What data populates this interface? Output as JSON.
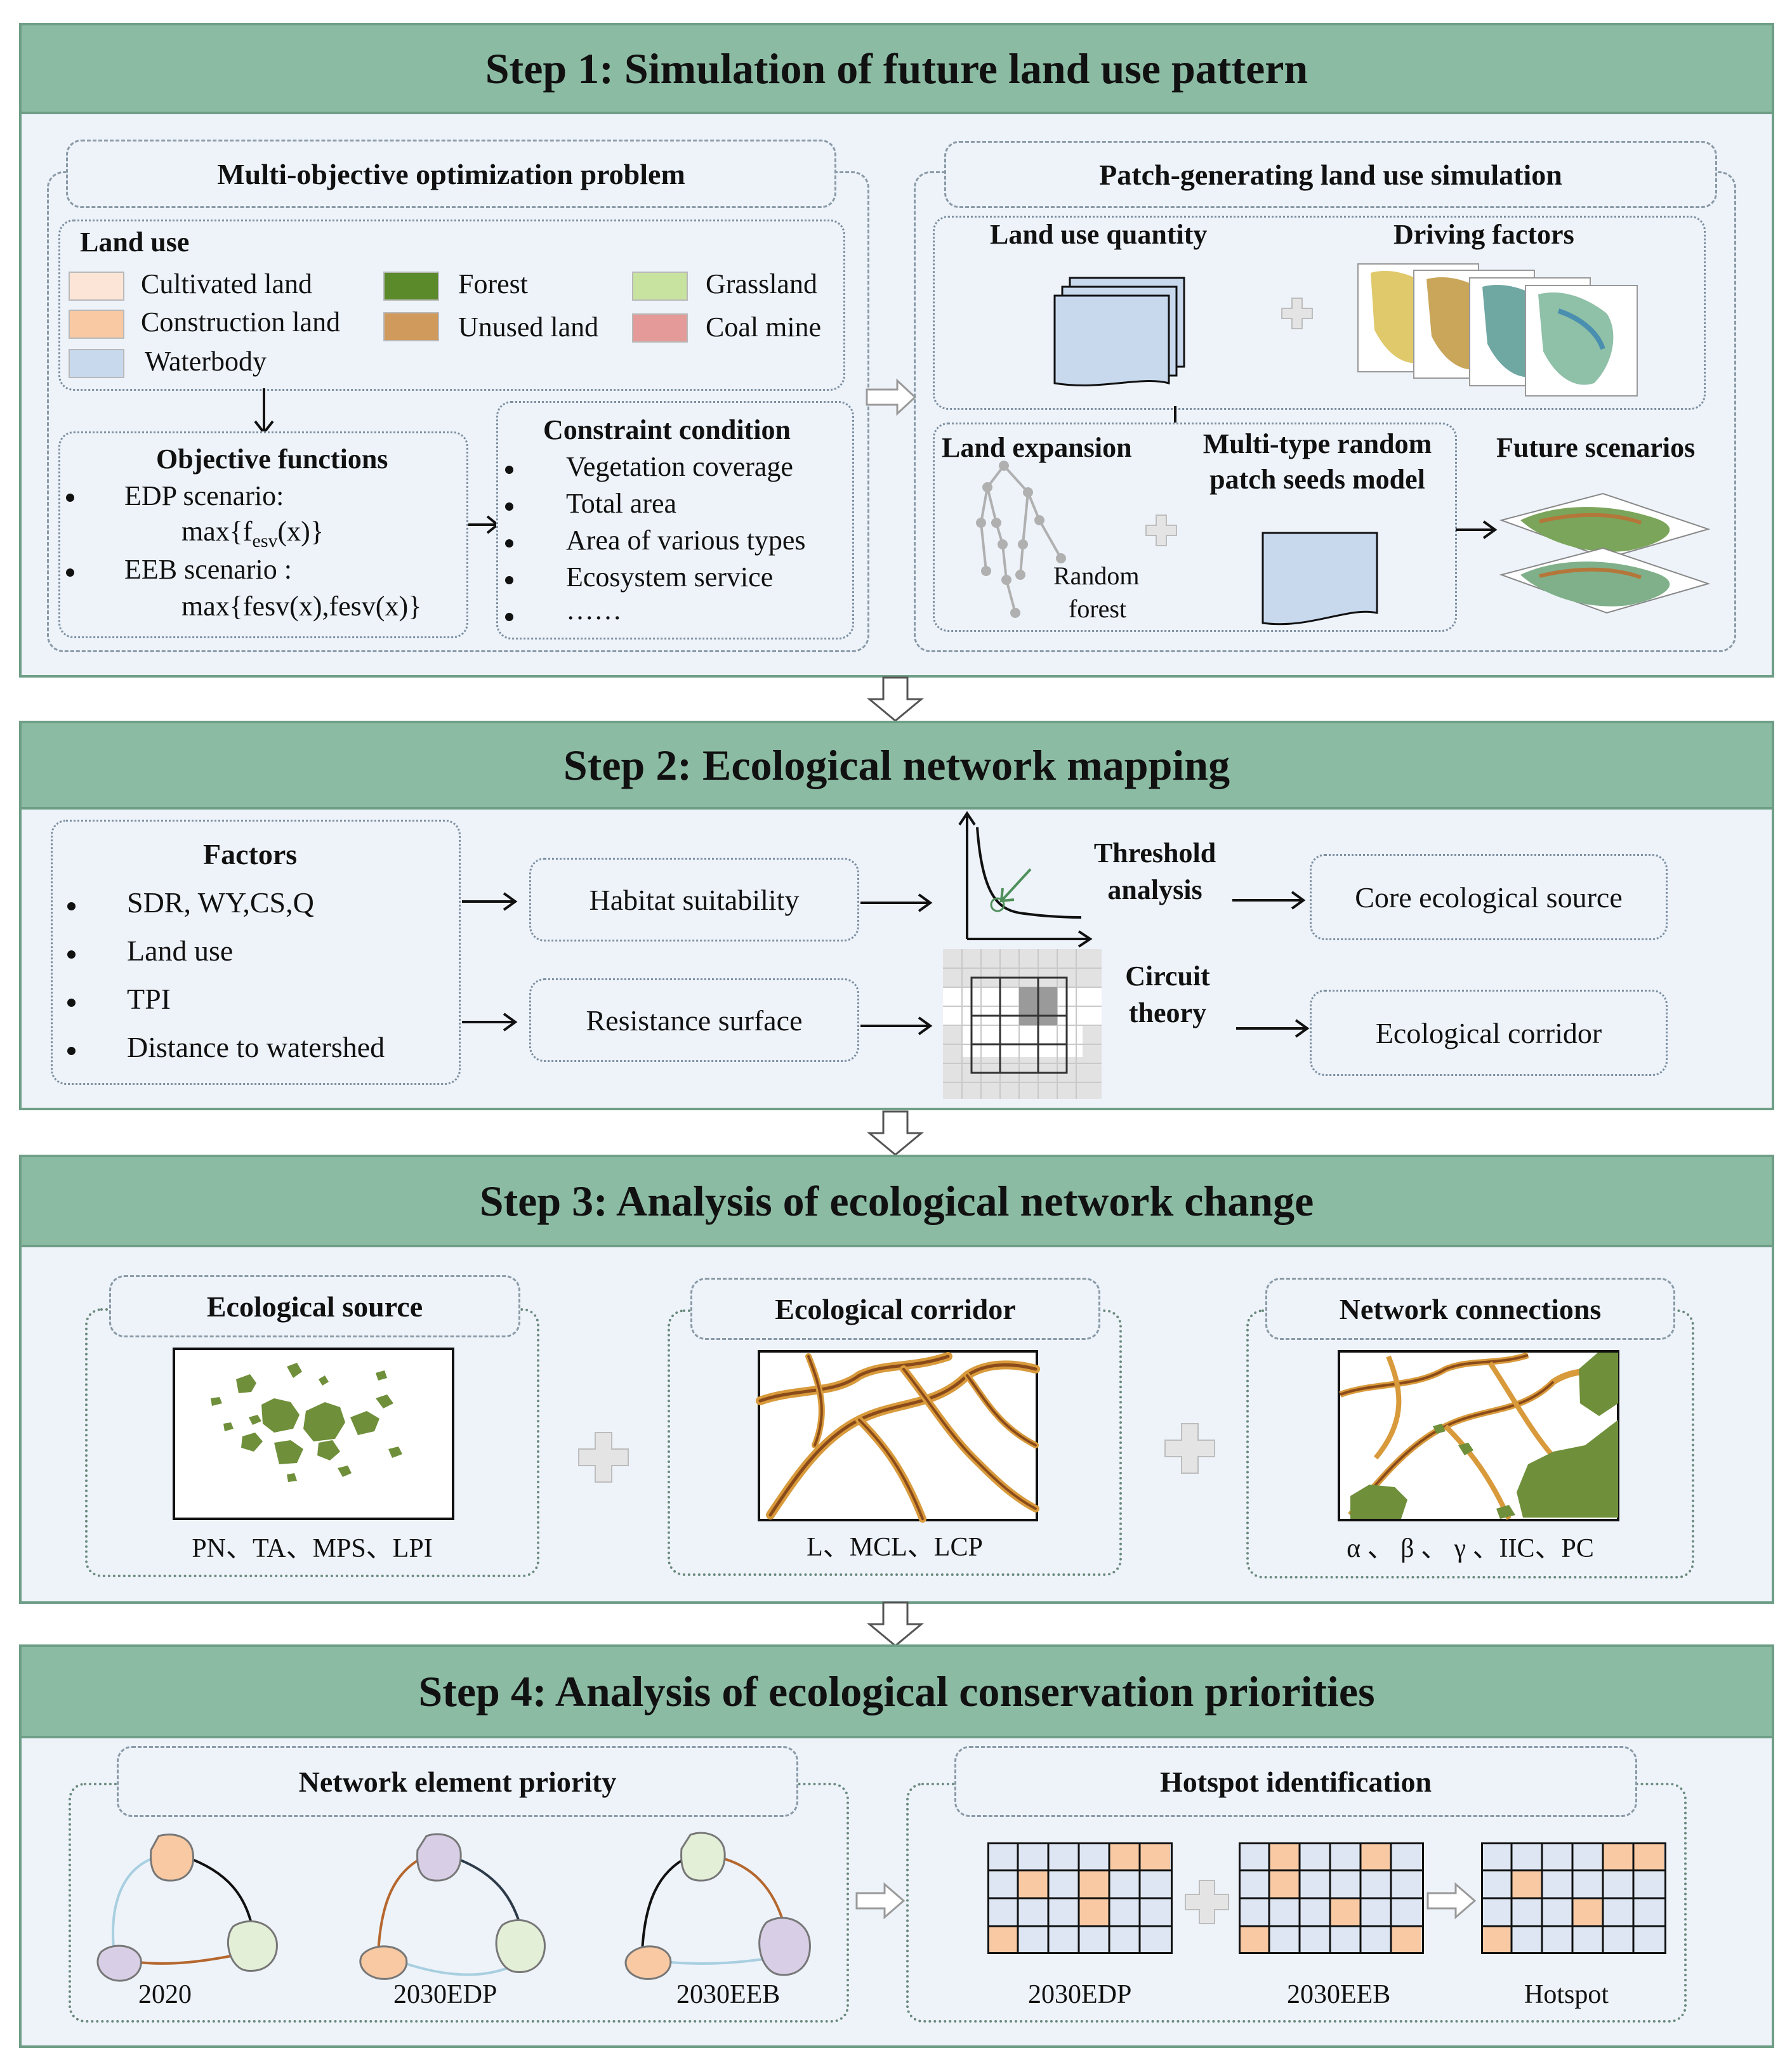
{
  "colors": {
    "header_fill": "#8cbba4",
    "panel_fill": "#eef3fa",
    "cultivated": "#fce4d6",
    "construction": "#f8c9a2",
    "waterbody": "#c8d9ee",
    "forest": "#5a8a2a",
    "unused": "#d09a5c",
    "grassland": "#c8e2a0",
    "coal_mine": "#e39a98",
    "eco_green": "#6f8f3a"
  },
  "step1": {
    "title": "Step 1: Simulation of future land use pattern",
    "mop_title": "Multi-objective optimization problem",
    "land_use_title": "Land use",
    "land_use": {
      "cultivated": "Cultivated land",
      "construction": "Construction land",
      "waterbody": "Waterbody",
      "forest": "Forest",
      "unused": "Unused land",
      "grassland": "Grassland",
      "coal_mine": "Coal mine"
    },
    "objective_title": "Objective functions",
    "edp_label": "EDP scenario:",
    "edp_formula_pre": "max{f",
    "edp_formula_sub": "esv",
    "edp_formula_post": "(x)}",
    "eeb_label": "EEB scenario :",
    "eeb_formula": "max{fesv(x),fesv(x)}",
    "constraint_title": "Constraint condition",
    "constraints": [
      "Vegetation coverage",
      "Total area",
      "Area of various types",
      "Ecosystem service",
      "……"
    ],
    "plus_title": "Patch-generating land use simulation",
    "quantity_label": "Land use quantity",
    "driving_label": "Driving factors",
    "expansion_label": "Land expansion",
    "random_forest_1": "Random",
    "random_forest_2": "forest",
    "seeds_label_1": "Multi-type random",
    "seeds_label_2": "patch seeds model",
    "future_label": "Future scenarios"
  },
  "step2": {
    "title": "Step 2: Ecological network mapping",
    "factors_title": "Factors",
    "factors": [
      "SDR, WY,CS,Q",
      "Land use",
      "TPI",
      "Distance to watershed"
    ],
    "habitat": "Habitat suitability",
    "resistance": "Resistance surface",
    "threshold_1": "Threshold",
    "threshold_2": "analysis",
    "circuit_1": "Circuit",
    "circuit_2": "theory",
    "core_source": "Core ecological source",
    "corridor": "Ecological corridor"
  },
  "step3": {
    "title": "Step 3: Analysis of ecological network change",
    "source_title": "Ecological source",
    "source_metrics": "PN、TA、MPS、LPI",
    "corridor_title": "Ecological corridor",
    "corridor_metrics": "L、MCL、LCP",
    "network_title": "Network connections",
    "network_metrics": "α 、 β 、 γ 、IIC、PC"
  },
  "step4": {
    "title": "Step 4: Analysis of ecological conservation priorities",
    "element_title": "Network element priority",
    "graphs": [
      "2020",
      "2030EDP",
      "2030EEB"
    ],
    "hotspot_title": "Hotspot identification",
    "grids": [
      "2030EDP",
      "2030EEB",
      "Hotspot"
    ]
  }
}
